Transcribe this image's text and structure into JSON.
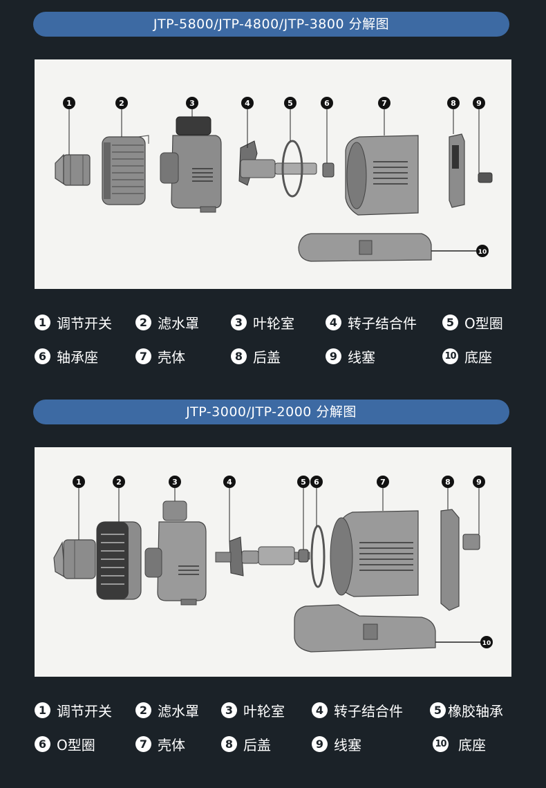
{
  "section1": {
    "title": "JTP-5800/JTP-4800/JTP-3800 分解图",
    "callouts": [
      "1",
      "2",
      "3",
      "4",
      "5",
      "6",
      "7",
      "8",
      "9",
      "10"
    ],
    "legend": [
      {
        "num": "1",
        "label": "调节开关"
      },
      {
        "num": "2",
        "label": "滤水罩"
      },
      {
        "num": "3",
        "label": "叶轮室"
      },
      {
        "num": "4",
        "label": "转子结合件"
      },
      {
        "num": "5",
        "label": "O型圈"
      },
      {
        "num": "6",
        "label": "轴承座"
      },
      {
        "num": "7",
        "label": "壳体"
      },
      {
        "num": "8",
        "label": "后盖"
      },
      {
        "num": "9",
        "label": "线塞"
      },
      {
        "num": "10",
        "label": "底座"
      }
    ]
  },
  "section2": {
    "title": "JTP-3000/JTP-2000 分解图",
    "callouts": [
      "1",
      "2",
      "3",
      "4",
      "5",
      "6",
      "7",
      "8",
      "9",
      "10"
    ],
    "legend": [
      {
        "num": "1",
        "label": "调节开关"
      },
      {
        "num": "2",
        "label": "滤水罩"
      },
      {
        "num": "3",
        "label": "叶轮室"
      },
      {
        "num": "4",
        "label": "转子结合件"
      },
      {
        "num": "5",
        "label": "橡胶轴承"
      },
      {
        "num": "6",
        "label": "O型圈"
      },
      {
        "num": "7",
        "label": "壳体"
      },
      {
        "num": "8",
        "label": "后盖"
      },
      {
        "num": "9",
        "label": "线塞"
      },
      {
        "num": "10",
        "label": "底座"
      }
    ]
  },
  "colors": {
    "background": "#1b2228",
    "banner": "#3d6aa3",
    "diagram_bg": "#f4f4f2",
    "part_fill": "#8c8c8c",
    "part_dark": "#4a4a4a"
  }
}
